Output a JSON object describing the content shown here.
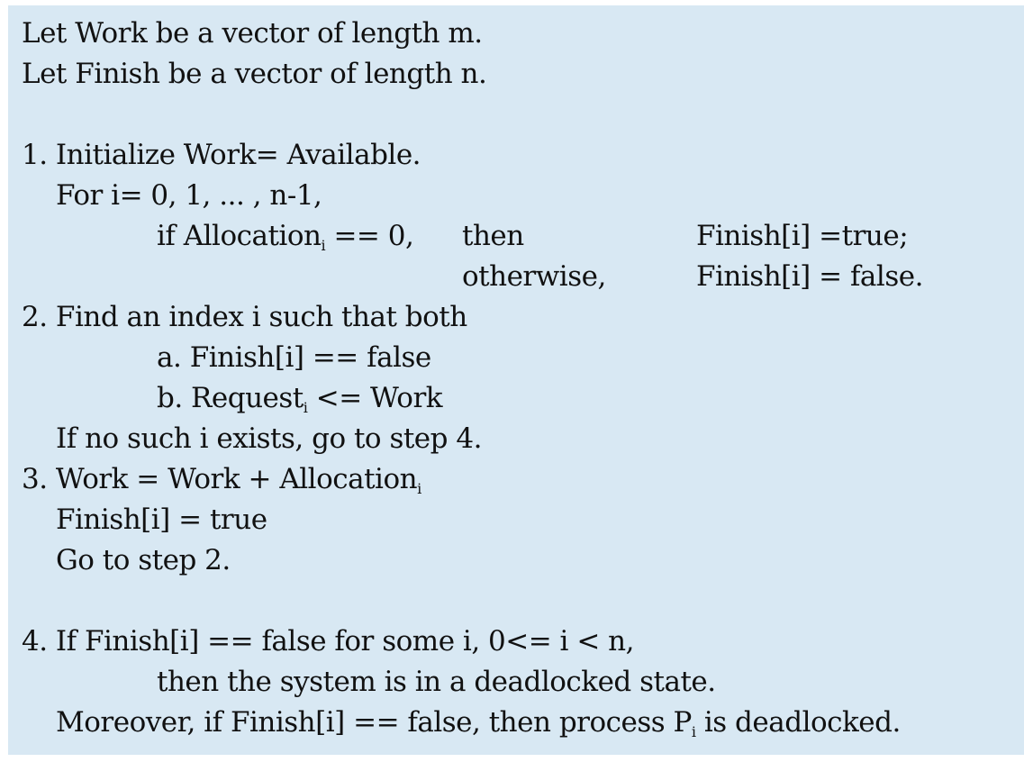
{
  "intro": {
    "line1": "Let Work be a vector of length m.",
    "line2": "Let Finish be a vector of length n."
  },
  "step1": {
    "line1": "1. Initialize Work= Available.",
    "line2": "For i= 0, 1, ... , n-1,",
    "cond": "if Allocation",
    "cond_sub": "i",
    "cond_rest": " == 0,",
    "then": "then",
    "then_result": "Finish[i] =true;",
    "otherwise": "otherwise,",
    "otherwise_result": "Finish[i] = false."
  },
  "step2": {
    "line1": "2. Find an index i such that both",
    "a": "a. Finish[i] == false",
    "b": "b. Request",
    "b_sub": "i",
    "b_rest": " <= Work",
    "none": "If no such i exists, go to step 4."
  },
  "step3": {
    "line1": "3. Work = Work + Allocation",
    "line1_sub": "i",
    "line2": "Finish[i] = true",
    "line3": "Go to step 2."
  },
  "step4": {
    "line1": "4. If Finish[i] == false for some i, 0<= i < n,",
    "line2": "then the system is in a deadlocked state.",
    "line3": "Moreover, if Finish[i] == false, then process P",
    "line3_sub": "i",
    "line3_rest": " is deadlocked."
  }
}
